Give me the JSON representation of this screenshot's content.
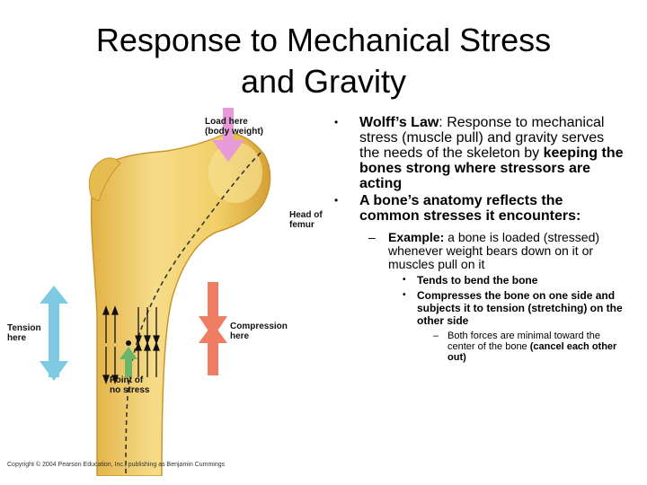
{
  "slide": {
    "title_line1": "Response to Mechanical Stress",
    "title_line2": "and Gravity"
  },
  "figure": {
    "load_label_line1": "Load here",
    "load_label_line2": "(body weight)",
    "head_label_line1": "Head of",
    "head_label_line2": "femur",
    "tension_label_line1": "Tension",
    "tension_label_line2": "here",
    "compression_label_line1": "Compression",
    "compression_label_line2": "here",
    "point_label_line1": "Point of",
    "point_label_line2": "no stress",
    "colors": {
      "bone": "#f1cf6c",
      "bone_shadow": "#d9a93a",
      "tension_arrow": "#7ecae3",
      "compression_arrow": "#ef7d63",
      "load_arrow": "#e79ad8",
      "point_arrow": "#6ab56a"
    },
    "copyright": "Copyright © 2004 Pearson Education, Inc., publishing as Benjamin Cummings"
  },
  "bullets": {
    "b1_bold": "Wolff’s Law",
    "b1_text": ": Response to mechanical stress (muscle pull) and gravity serves the needs of the skeleton by ",
    "b1_bold2": "keeping the bones strong where stressors are acting",
    "b2_text": "A bone’s anatomy reflects the common stresses it encounters:",
    "b3_bold": "Example:",
    "b3_text": " a bone is loaded (stressed) whenever weight bears down on it or muscles pull on it",
    "b4_text": "Tends to bend the bone",
    "b5_text": "Compresses the bone on one side and subjects it to tension (stretching) on the other side",
    "b6_text": "Both forces are minimal toward the center of the bone ",
    "b6_bold": "(cancel each other out)"
  }
}
